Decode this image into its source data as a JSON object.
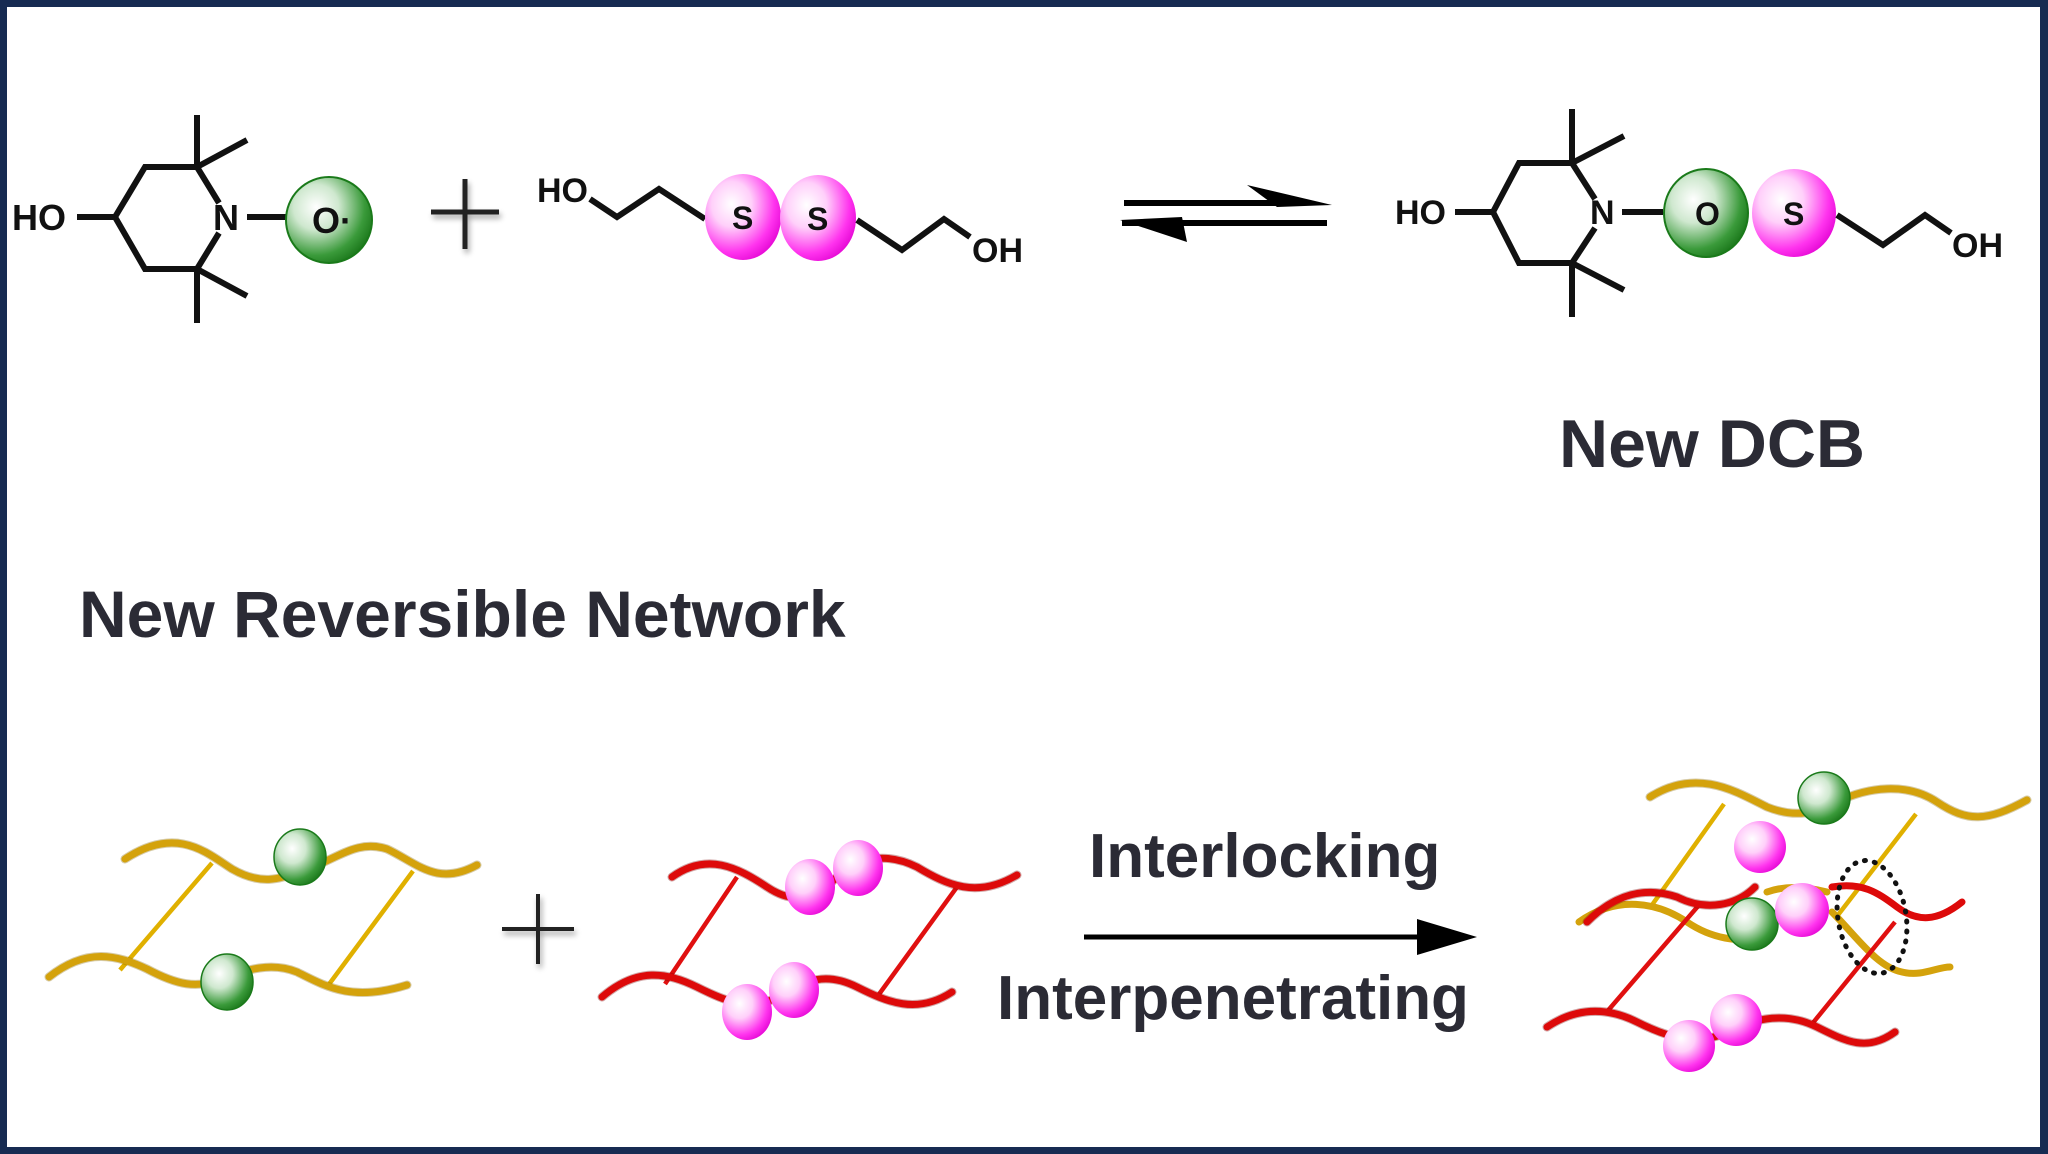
{
  "colors": {
    "border": "#172b52",
    "oxygen_sphere": "#1e8a1e",
    "sulfur_sphere": "#ff22ee",
    "gold_network": "#d4a20c",
    "red_network": "#dd0a0a",
    "text": "#2b2b35"
  },
  "reaction_top": {
    "reactant1": {
      "name": "4-hydroxy-TEMPO radical",
      "hydroxyl_label": "HO",
      "nitrogen_label": "N",
      "radical_label": "O·"
    },
    "plus_symbol": "+",
    "reactant2": {
      "name": "2-hydroxyethyl disulfide",
      "left_hydroxyl_label": "HO",
      "sulfur1_label": "S",
      "sulfur2_label": "S",
      "right_hydroxyl_label": "OH"
    },
    "equilibrium_arrow": "equilibrium-arrows",
    "product": {
      "hydroxyl_label": "HO",
      "nitrogen_label": "N",
      "oxygen_label": "O",
      "sulfur_label": "S",
      "right_hydroxyl_label": "OH"
    },
    "product_caption": "New DCB"
  },
  "section_heading": "New Reversible Network",
  "reaction_bottom": {
    "network1": "gold network with green O spheres",
    "plus_symbol": "+",
    "network2": "red network with pink S-S sphere pairs",
    "arrow_label_top": "Interlocking",
    "arrow_label_bottom": "Interpenetrating",
    "product": "interlocked gold/red network with dotted-circle highlight"
  }
}
